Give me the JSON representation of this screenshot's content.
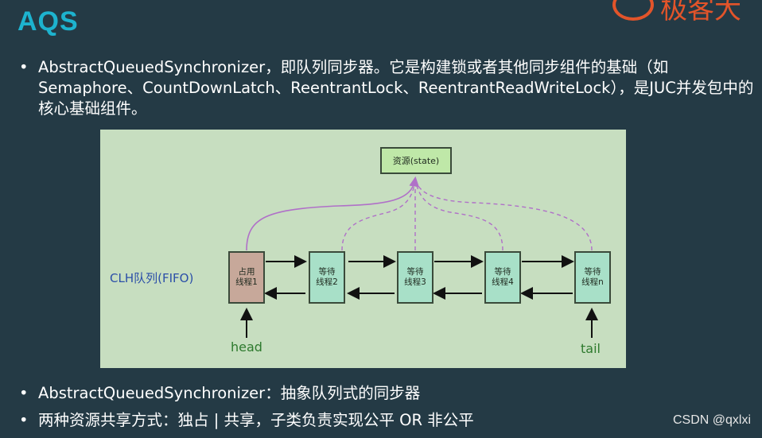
{
  "header": {
    "title": "AQS",
    "logo_text": "极客大"
  },
  "bullets": {
    "intro": "AbstractQueuedSynchronizer，即队列同步器。它是构建锁或者其他同步组件的基础（如Semaphore、CountDownLatch、ReentrantLock、ReentrantReadWriteLock），是JUC并发包中的核心基础组件。",
    "abstract": "AbstractQueuedSynchronizer：抽象队列式的同步器",
    "modes": "两种资源共享方式：独占 | 共享，子类负责实现公平 OR 非公平",
    "symbol": "•"
  },
  "diagram": {
    "resource": "资源(state)",
    "queue_label": "CLH队列(FIFO)",
    "nodes": [
      {
        "line1": "占用",
        "line2": "线程1"
      },
      {
        "line1": "等待",
        "line2": "线程2"
      },
      {
        "line1": "等待",
        "line2": "线程3"
      },
      {
        "line1": "等待",
        "line2": "线程4"
      },
      {
        "line1": "等待",
        "line2": "线程n"
      }
    ],
    "head_label": "head",
    "tail_label": "tail",
    "colors": {
      "owner_node": "#c7a89a",
      "waiting_node": "#a8e0c8",
      "resource_box": "#bfe8a8",
      "link_arrow": "#b070c8"
    }
  },
  "watermark": "CSDN @qxlxi"
}
